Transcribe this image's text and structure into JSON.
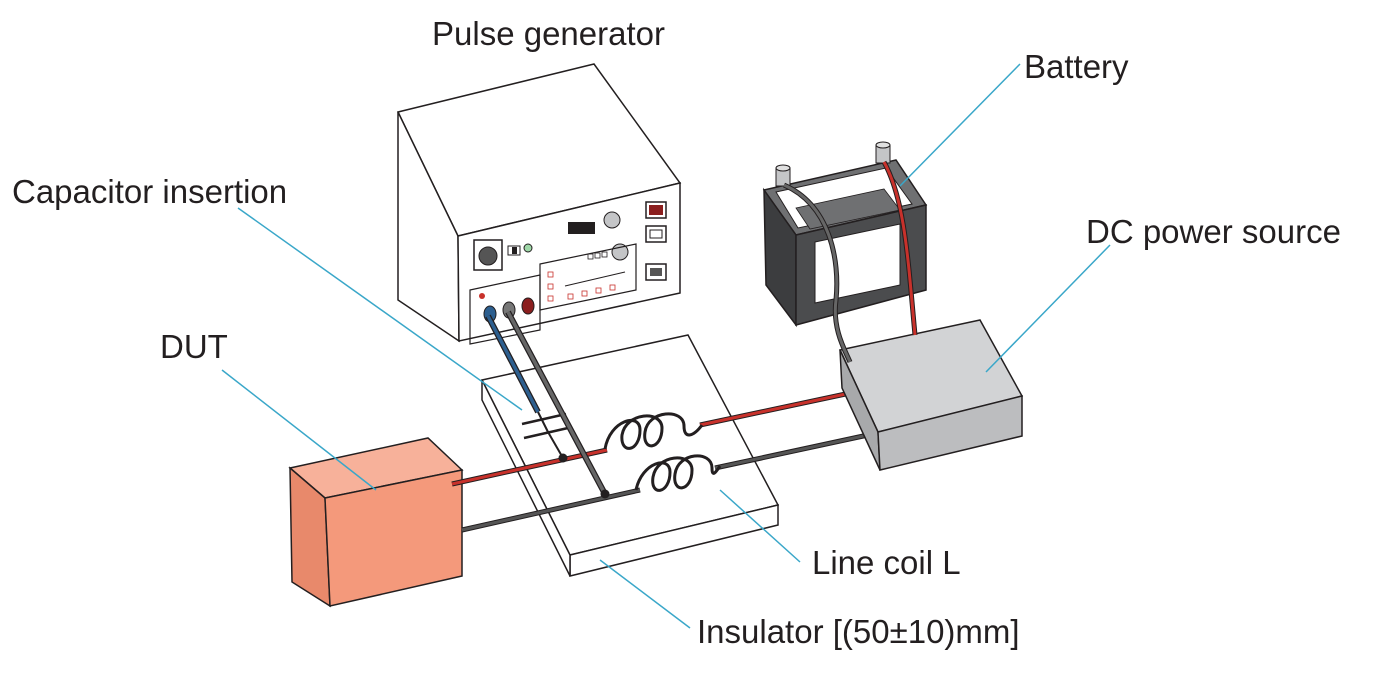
{
  "labels": {
    "pulse_generator": "Pulse generator",
    "battery": "Battery",
    "capacitor_insertion": "Capacitor insertion",
    "dc_power_source": "DC power source",
    "dut": "DUT",
    "line_coil": "Line coil L",
    "insulator": "Insulator [(50±10)mm]"
  },
  "colors": {
    "callout_line": "#3aa7c9",
    "dut_fill": "#f4997b",
    "wire_red": "#c8312b",
    "wire_black": "#444444",
    "probe_blue": "#2d5f8f",
    "dc_source_fill": "#c4c5c7",
    "battery_fill": "#4b4c4e"
  }
}
